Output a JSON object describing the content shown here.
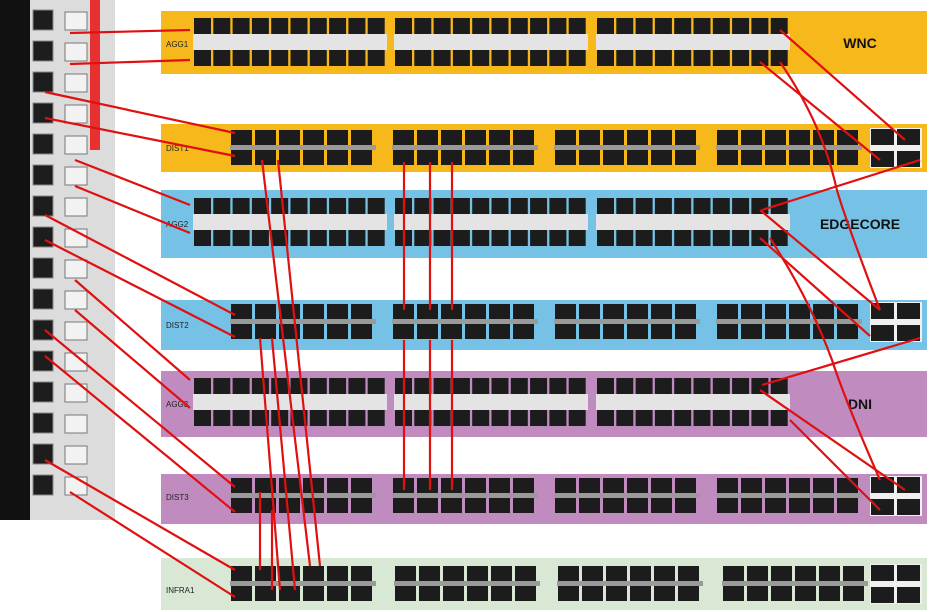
{
  "colors": {
    "wnc": "#f6b81a",
    "edgecore": "#75c2e6",
    "dni": "#c08cc0",
    "infra": "#d8e8d4",
    "link": "#e01010",
    "port": "#1c1c1c",
    "port_strip": "#e4e4e4"
  },
  "vendors": {
    "wnc": "WNC",
    "edgecore": "EDGECORE",
    "dni": "DNI"
  },
  "switches": {
    "agg1": "AGG1",
    "dist1": "DIST1",
    "agg2": "AGG2",
    "dist2": "DIST2",
    "agg3": "AGG3",
    "dist3": "DIST3",
    "infra1": "INFRA1"
  },
  "panel": {
    "description_icon": "patch-panel-icon"
  },
  "links": {
    "count": 34,
    "color_name": "red"
  }
}
